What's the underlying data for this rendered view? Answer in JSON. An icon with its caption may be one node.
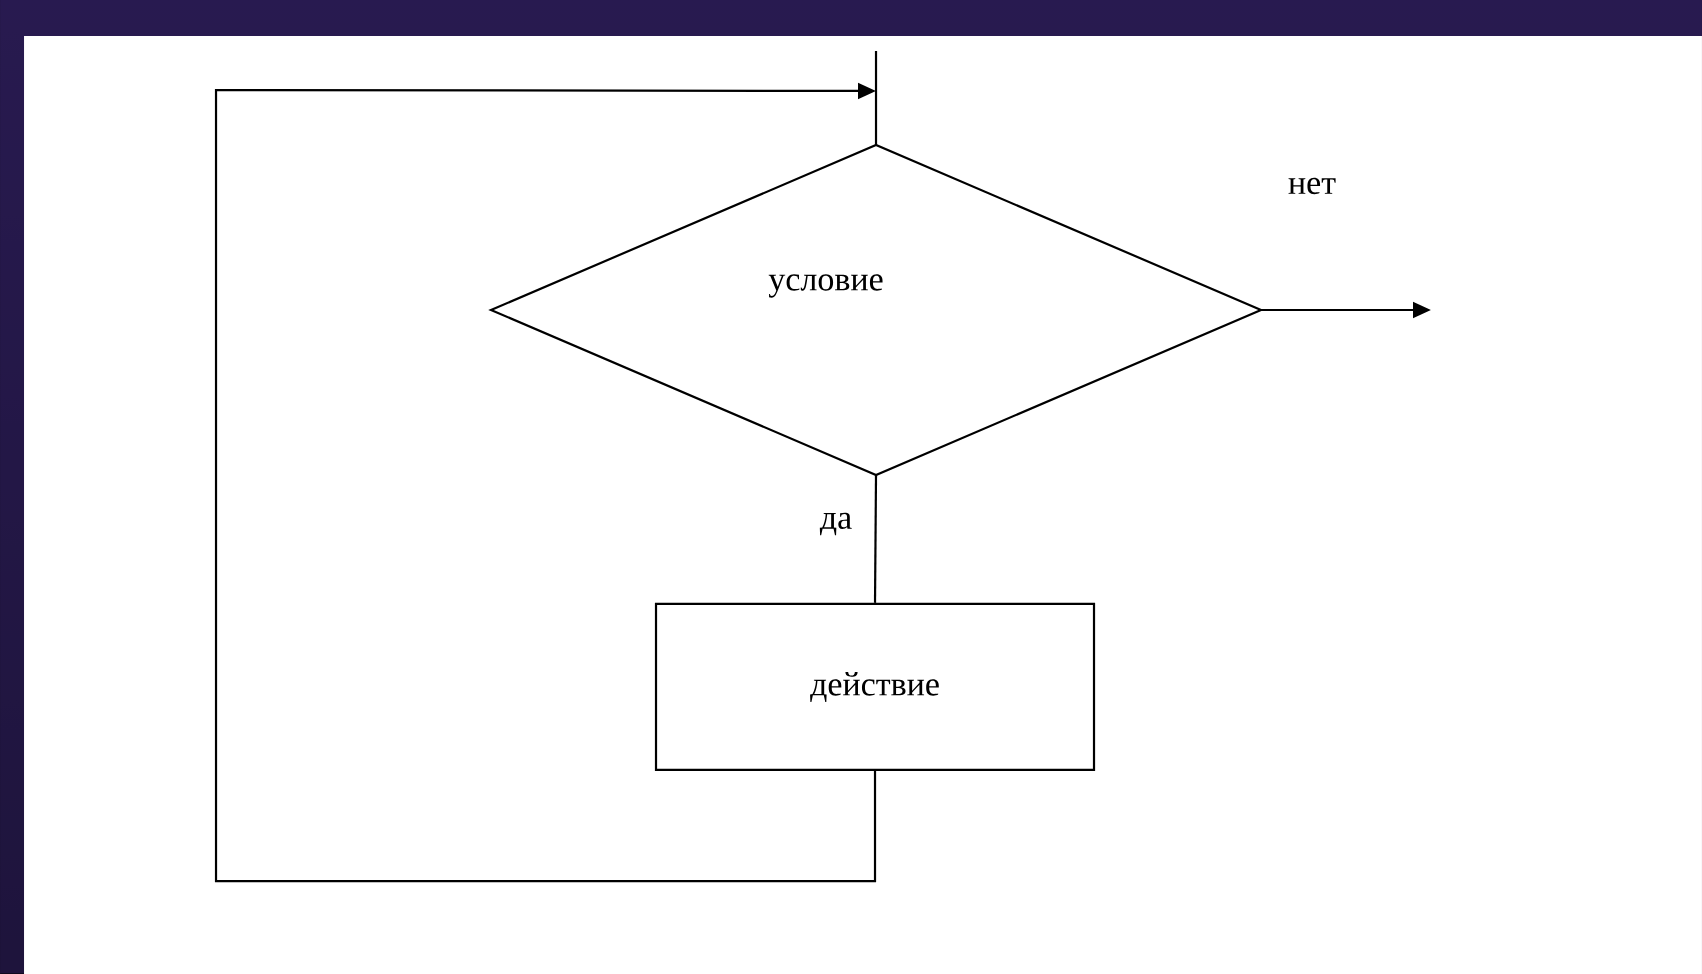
{
  "diagram": {
    "nodes": [
      {
        "text": [
          "условие"
        ]
      },
      {
        "text": [
          "действие"
        ]
      }
    ],
    "edges": [
      {
        "from": 0,
        "to": 1,
        "arrow": "none",
        "label": "да"
      },
      {
        "from": 1,
        "to": 0,
        "arrow": "to"
      },
      {
        "from": null,
        "to": 0,
        "arrow": "none"
      },
      {
        "from": 0,
        "to": null,
        "arrow": "to",
        "label": "нет"
      }
    ]
  }
}
